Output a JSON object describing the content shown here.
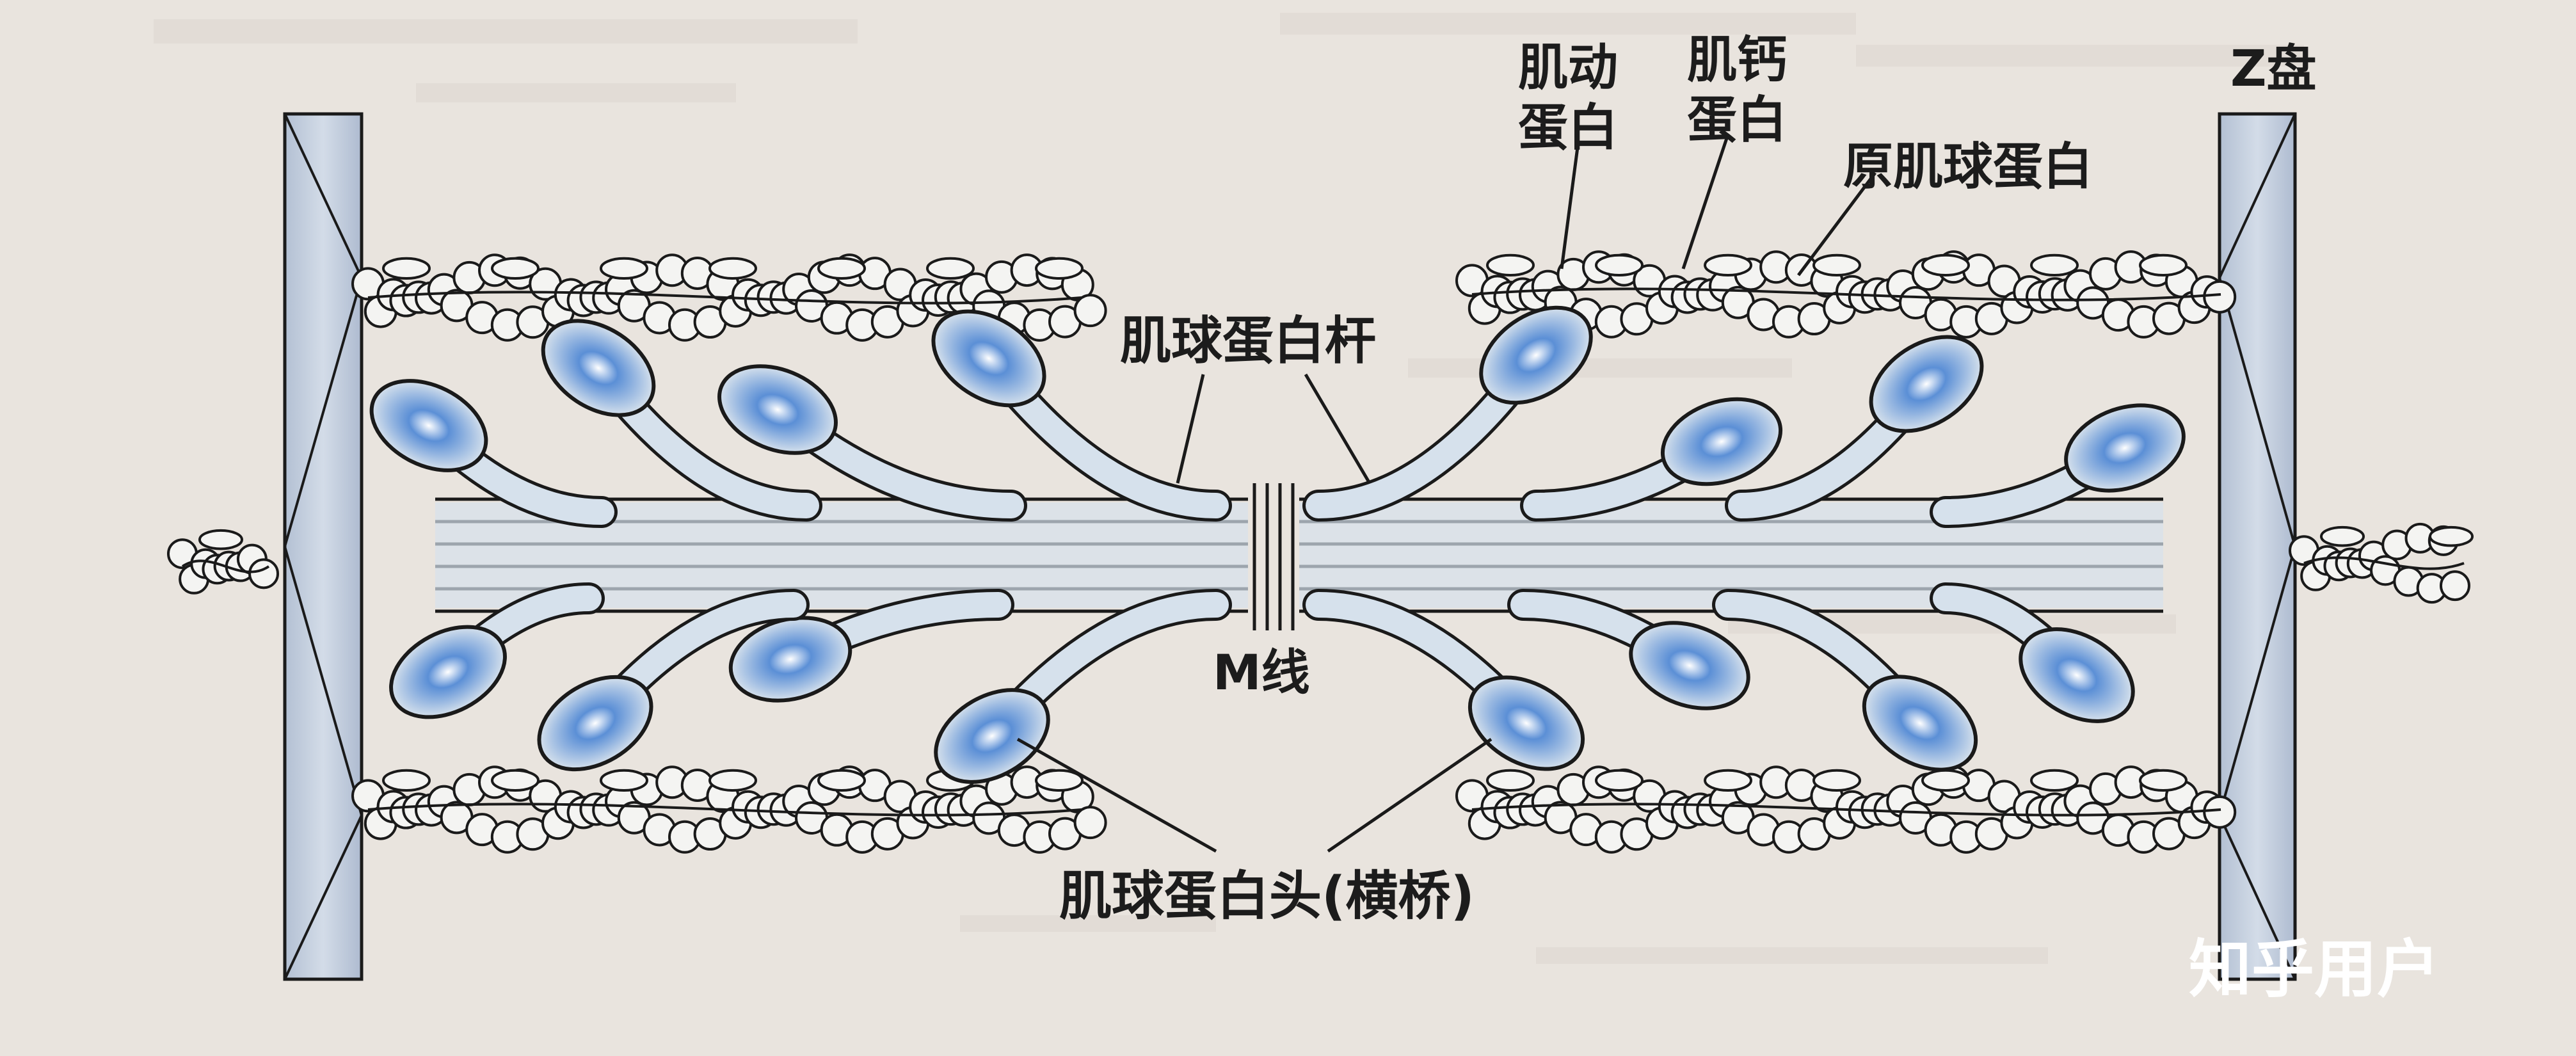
{
  "labels": {
    "actin": "肌动\n蛋白",
    "troponin": "肌钙\n蛋白",
    "tropomyosin": "原肌球蛋白",
    "z_disc": "Z盘",
    "myosin_rod": "肌球蛋白杆",
    "m_line": "M线",
    "myosin_head": "肌球蛋白头(横桥)"
  },
  "watermark": "知乎用户",
  "colors": {
    "paper": "#e9e4de",
    "z_disc_fill": "#c3cfdf",
    "myosin_fill": "#d6e1ec",
    "head_highlight": "#5b8fd6",
    "outline": "#1a1a1a",
    "bead": "#f4f4f2"
  }
}
